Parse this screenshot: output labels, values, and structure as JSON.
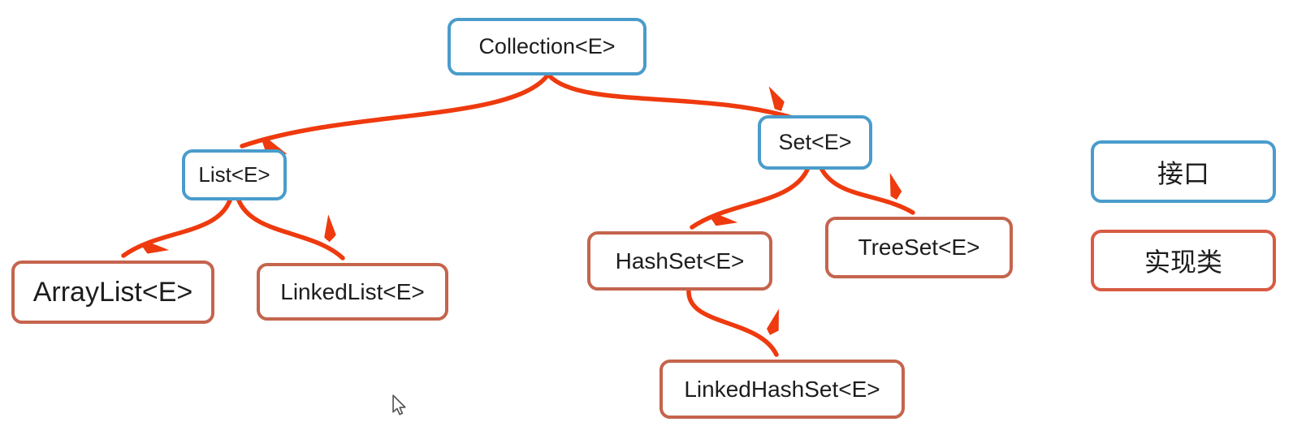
{
  "diagram": {
    "nodes": [
      {
        "id": "collection",
        "label": "Collection<E>",
        "type": "interface"
      },
      {
        "id": "list",
        "label": "List<E>",
        "type": "interface"
      },
      {
        "id": "set",
        "label": "Set<E>",
        "type": "interface"
      },
      {
        "id": "arraylist",
        "label": "ArrayList<E>",
        "type": "class"
      },
      {
        "id": "linkedlist",
        "label": "LinkedList<E>",
        "type": "class"
      },
      {
        "id": "hashset",
        "label": "HashSet<E>",
        "type": "class"
      },
      {
        "id": "treeset",
        "label": "TreeSet<E>",
        "type": "class"
      },
      {
        "id": "linkedhashset",
        "label": "LinkedHashSet<E>",
        "type": "class"
      }
    ],
    "edges": [
      {
        "from": "collection",
        "to": "list"
      },
      {
        "from": "collection",
        "to": "set"
      },
      {
        "from": "list",
        "to": "arraylist"
      },
      {
        "from": "list",
        "to": "linkedlist"
      },
      {
        "from": "set",
        "to": "hashset"
      },
      {
        "from": "set",
        "to": "treeset"
      },
      {
        "from": "hashset",
        "to": "linkedhashset"
      }
    ],
    "legend": {
      "interface_label": "接口",
      "class_label": "实现类"
    },
    "colors": {
      "interface_border": "#4a9ccb",
      "class_border": "#c5644d",
      "legend_class_border": "#d85b42",
      "arrow": "#ee3a0e",
      "text": "#1d1d1d",
      "background": "#ffffff",
      "cursor_outline": "#4d4d4d"
    }
  }
}
